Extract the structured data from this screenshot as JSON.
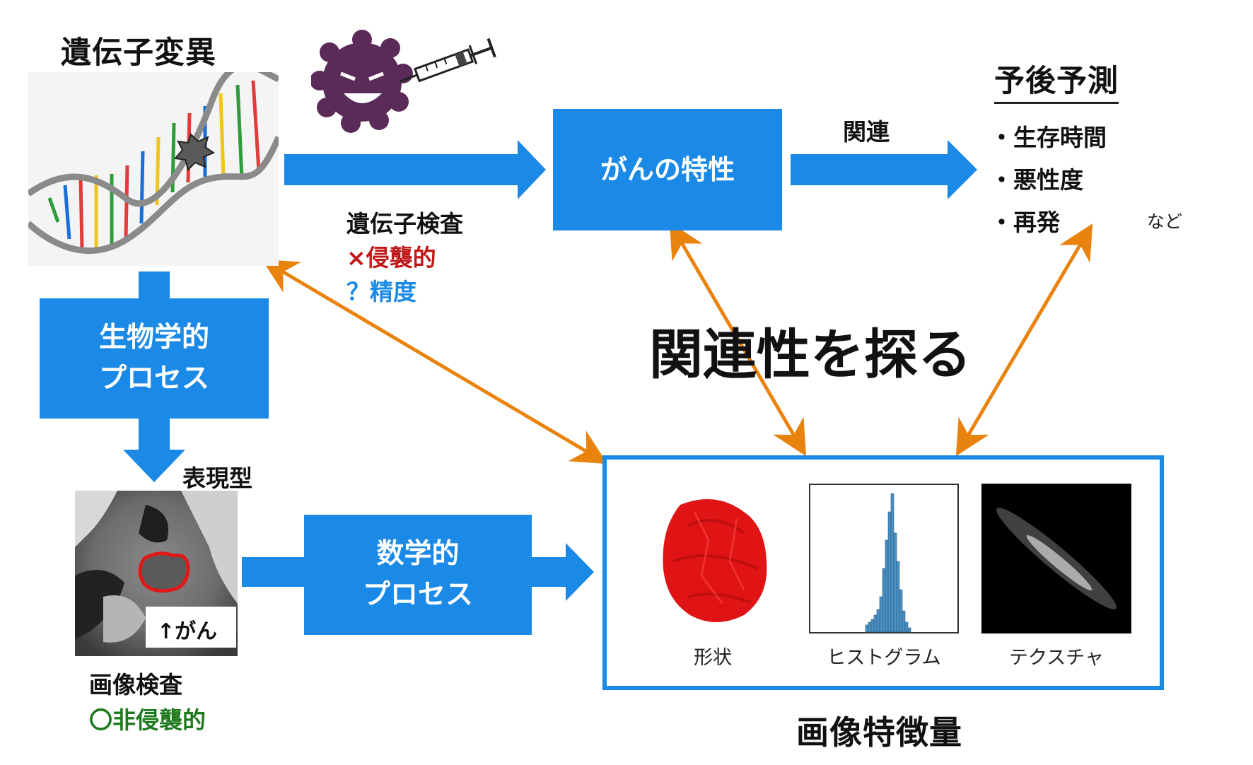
{
  "genetic_mutation": {
    "title": "遺伝子変異"
  },
  "genetic_test": {
    "title": "遺伝子検査",
    "invasive": "×侵襲的",
    "accuracy": "？精度"
  },
  "cancer_traits": {
    "label": "がんの特性"
  },
  "relation_label": "関連",
  "prognosis": {
    "title": "予後予測",
    "items": [
      "・生存時間",
      "・悪性度",
      "・再発"
    ],
    "etc": "など"
  },
  "bio_process": {
    "line1": "生物学的",
    "line2": "プロセス"
  },
  "phenotype_label": "表現型",
  "imaging": {
    "cancer_marker": "↑がん",
    "title": "画像検査",
    "noninvasive": "〇非侵襲的"
  },
  "math_process": {
    "line1": "数学的",
    "line2": "プロセス"
  },
  "explore_relation": "関連性を探る",
  "features": {
    "title": "画像特徴量",
    "shape": "形状",
    "histogram": "ヒストグラム",
    "texture": "テクスチャ"
  },
  "colors": {
    "blue_box": "#1a8ae6",
    "orange_arrow": "#e8830e",
    "invasive_red": "#c01818",
    "accuracy_blue": "#1a8ae6",
    "noninvasive_green": "#1e7a1e"
  }
}
